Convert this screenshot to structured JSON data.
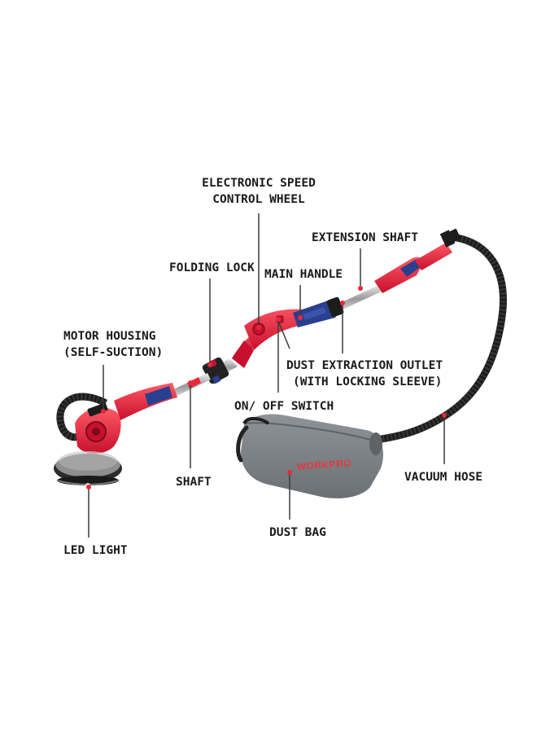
{
  "labels": {
    "speed_wheel_1": "ELECTRONIC SPEED",
    "speed_wheel_2": "CONTROL WHEEL",
    "extension_shaft": "EXTENSION SHAFT",
    "folding_lock": "FOLDING LOCK",
    "main_handle": "MAIN HANDLE",
    "motor_housing_1": "MOTOR HOUSING",
    "motor_housing_2": "(SELF-SUCTION)",
    "dust_outlet_1": "DUST EXTRACTION OUTLET",
    "dust_outlet_2": "(WITH LOCKING SLEEVE)",
    "on_off_switch": "ON/ OFF SWITCH",
    "shaft": "SHAFT",
    "vacuum_hose": "VACUUM HOSE",
    "dust_bag": "DUST BAG",
    "led_light": "LED LIGHT"
  },
  "bag_brand": "WORKPRO",
  "colors": {
    "tool_red": "#e8283a",
    "grip_blue": "#2b3f8f",
    "hose_black": "#1c1c1c",
    "bag_gray": "#7d8286",
    "leader_line": "#3a3a3a"
  }
}
